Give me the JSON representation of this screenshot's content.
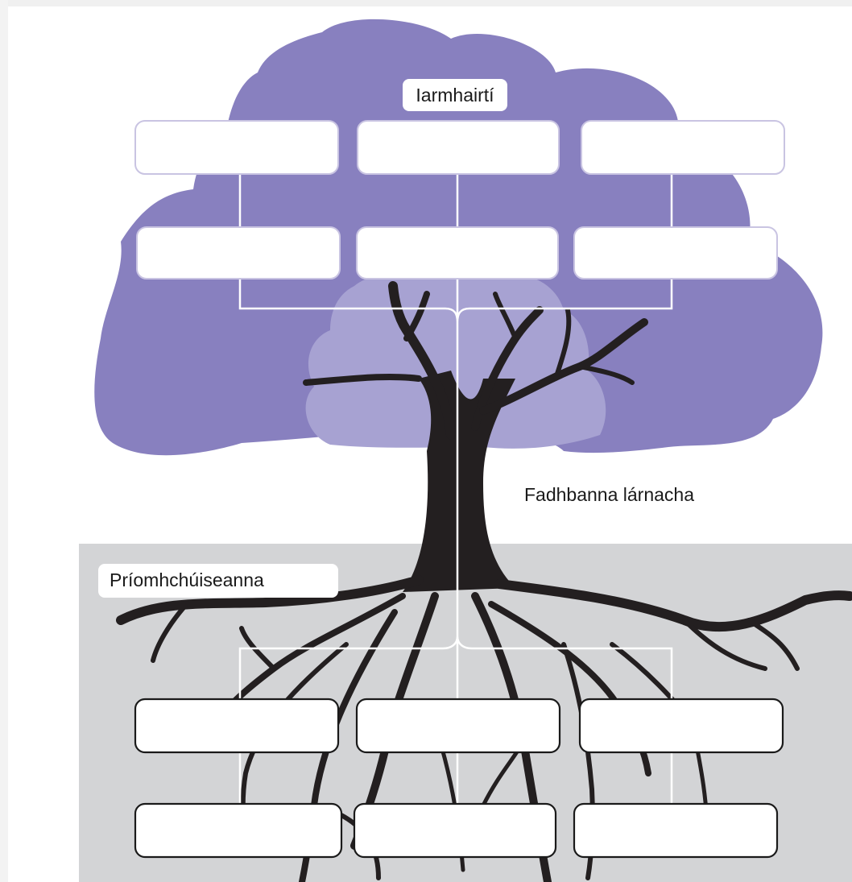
{
  "diagram": {
    "type": "problem-tree",
    "labels": {
      "effects": "Iarmhairtí",
      "core_problems": "Fadhbanna lárnacha",
      "root_causes": "Príomhchúiseanna"
    },
    "effect_boxes": [
      "",
      "",
      "",
      "",
      "",
      ""
    ],
    "cause_boxes": [
      "",
      "",
      "",
      "",
      "",
      ""
    ],
    "colors": {
      "canopy": "#8880bf",
      "canopy_inner": "#a7a2d2",
      "ground": "#d3d4d6",
      "trunk": "#231f20",
      "box_fill": "#ffffff"
    }
  }
}
